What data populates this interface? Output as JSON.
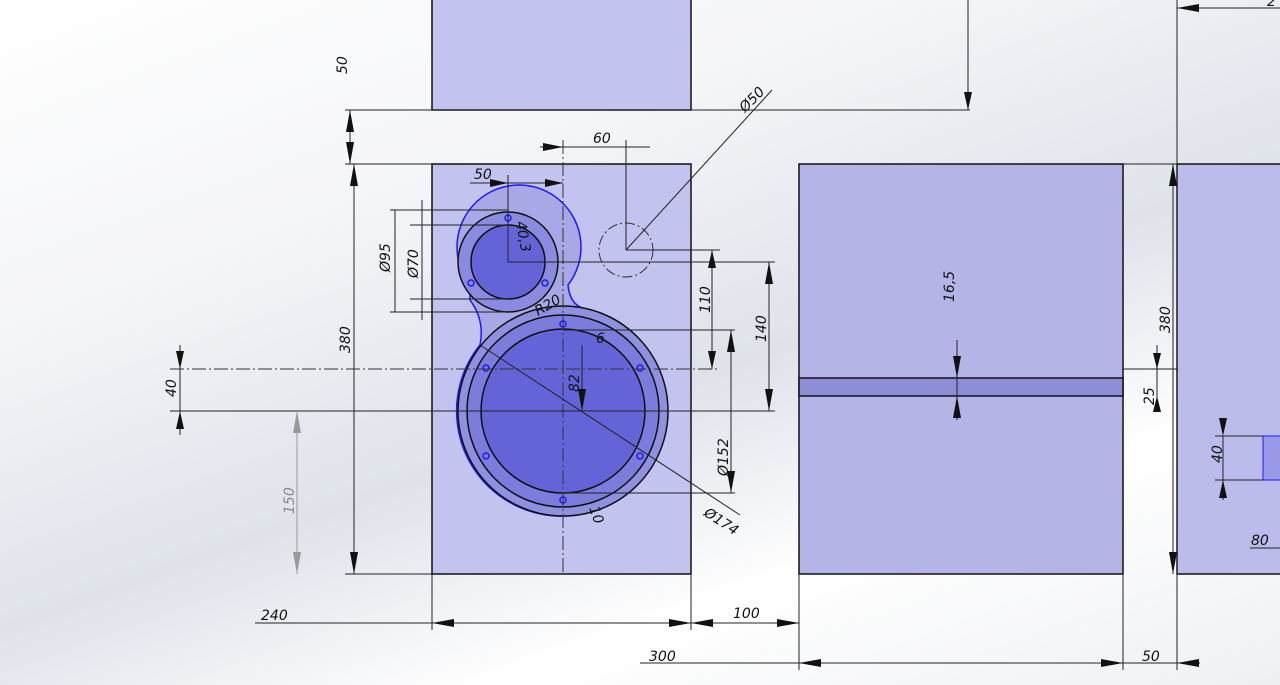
{
  "colors": {
    "face": "#c3c3ef",
    "face_dark": "#a9a9e0",
    "circle_fill": "#6464d8",
    "sketch_blue": "#1a1aff"
  },
  "dimensions": {
    "top_height": "50",
    "overall_height": "380",
    "d95": "Ø95",
    "d70": "Ø70",
    "offset_50": "50",
    "offset_60": "60",
    "d50": "Ø50",
    "small_radial": "40,3",
    "r20": "R20",
    "dim_6": "6",
    "dim_82": "82",
    "dim_110": "110",
    "dim_140": "140",
    "d152": "Ø152",
    "d174": "Ø174",
    "dim_10": "10",
    "dim_40_left": "40",
    "dim_150": "150",
    "dim_240": "240",
    "dim_100": "100",
    "dim_300": "300",
    "dim_16_5": "16,5",
    "dim_380_right": "380",
    "dim_25": "25",
    "dim_50_bottom": "50",
    "dim_40_right": "40",
    "dim_80": "80",
    "dim_top_right": "2"
  }
}
